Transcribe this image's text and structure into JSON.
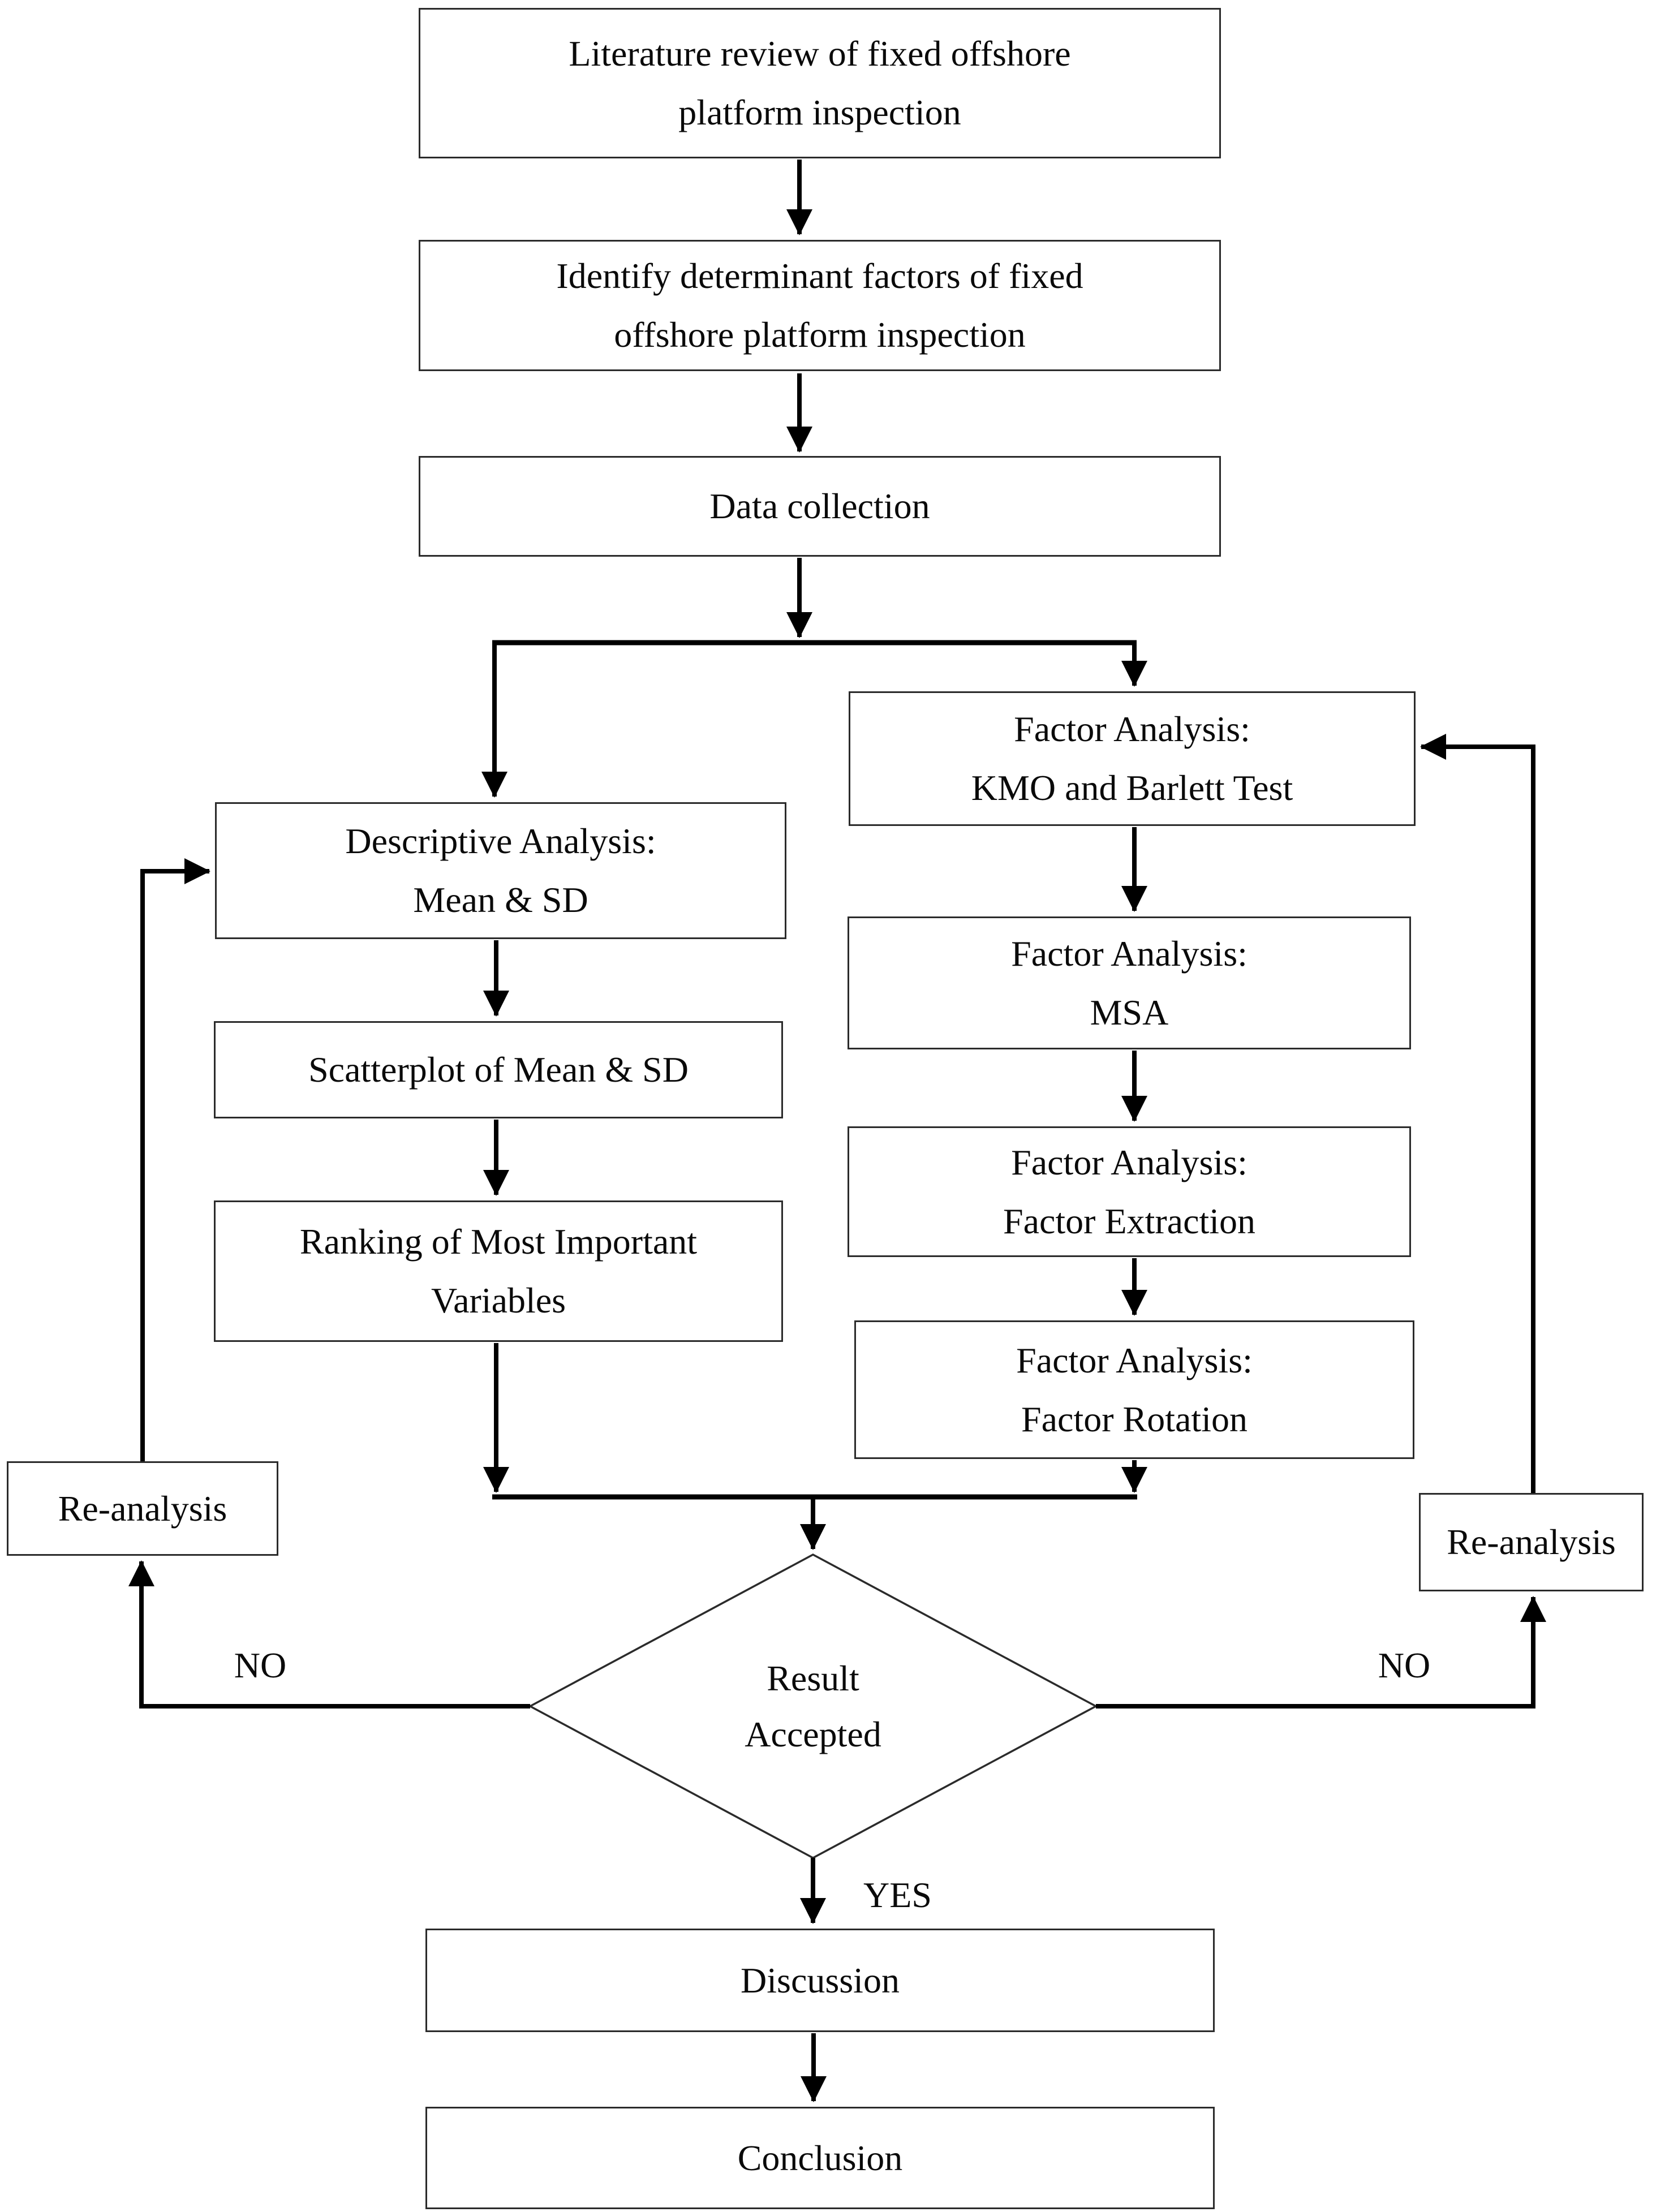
{
  "figure": {
    "type": "flowchart",
    "background_color": "#ffffff",
    "connector_color": "#000000",
    "box_border_color": "#2b2b2b",
    "text_color": "#0a0a0a"
  },
  "nodes": {
    "literature": {
      "line1": "Literature review of fixed offshore",
      "line2": "platform inspection"
    },
    "identify": {
      "line1": "Identify determinant factors of fixed",
      "line2": "offshore platform inspection"
    },
    "data_collection": {
      "label": "Data collection"
    },
    "descriptive": {
      "line1": "Descriptive Analysis:",
      "line2": "Mean & SD"
    },
    "scatterplot": {
      "label": "Scatterplot of Mean & SD"
    },
    "ranking": {
      "line1": "Ranking of Most Important",
      "line2": "Variables"
    },
    "kmo": {
      "line1": "Factor Analysis:",
      "line2": "KMO and Barlett Test"
    },
    "msa": {
      "line1": "Factor Analysis:",
      "line2": "MSA"
    },
    "factor_extraction": {
      "line1": "Factor Analysis:",
      "line2": "Factor Extraction"
    },
    "factor_rotation": {
      "line1": "Factor Analysis:",
      "line2": "Factor Rotation"
    },
    "decision": {
      "line1": "Result",
      "line2": "Accepted"
    },
    "reanalysis_left": {
      "label": "Re-analysis"
    },
    "reanalysis_right": {
      "label": "Re-analysis"
    },
    "discussion": {
      "label": "Discussion"
    },
    "conclusion": {
      "label": "Conclusion"
    }
  },
  "edge_labels": {
    "no_left": "NO",
    "no_right": "NO",
    "yes": "YES"
  }
}
